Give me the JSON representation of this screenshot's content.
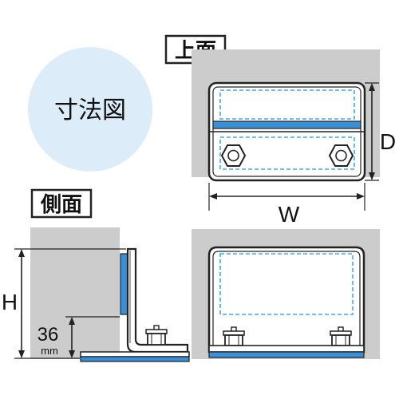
{
  "title": "寸法図",
  "sections": {
    "top_view": "上面",
    "side_view": "側面"
  },
  "dimensions": {
    "width": "W",
    "depth": "D",
    "height": "H",
    "offset_value": "36",
    "offset_unit": "mm"
  },
  "colors": {
    "title_circle": "#dcecf9",
    "wall": "#cccccc",
    "blue_strip": "#3a8fd6",
    "dashed": "#46a7df",
    "outline": "#222222"
  }
}
